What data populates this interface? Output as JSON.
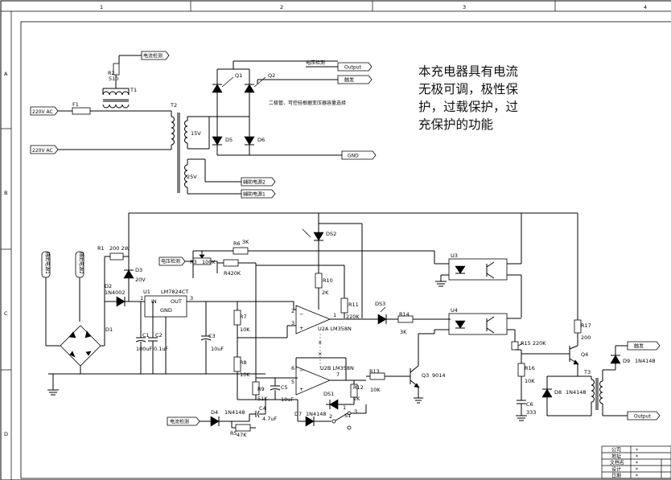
{
  "frame": {
    "cols": [
      "1",
      "2",
      "3",
      "4"
    ],
    "rows": [
      "A",
      "B",
      "C",
      "D"
    ]
  },
  "description_text": [
    "本充电器具有电流",
    "无极可调，极性保",
    "护，过载保护，过",
    "充保护的功能"
  ],
  "note": "二极管、可控硅根据变压器容量选择",
  "transformer_section": {
    "labels": {
      "src1": "220V AC",
      "src2": "220V AC",
      "r2": "R2",
      "r2_val": "510",
      "t1": "T1",
      "f1": "F1",
      "t2": "T2",
      "v15": "15V",
      "v25": "25V",
      "q1": "Q1",
      "q2": "Q2",
      "d5": "D5",
      "d6": "D6",
      "current_detect": "电流检测",
      "voltage_detect": "电压检测",
      "output": "Output",
      "trigger": "触发",
      "gnd": "GND",
      "aux2": "辅助电源2",
      "aux1": "辅助电源1"
    }
  },
  "control_section": {
    "labels": {
      "r1": "R1",
      "r1_val": "200 2W",
      "d3": "D3",
      "d3_val": "20V",
      "d2": "D2",
      "d2_val": "1N4002",
      "d1": "D1",
      "u1": "U1",
      "u1_part": "LM7824CT",
      "u1_in": "IN",
      "u1_out": "OUT",
      "u1_gnd": "GND",
      "pin1": "1",
      "pin3": "3",
      "c1": "C1",
      "c1_val": "100uF",
      "c2": "C2",
      "c2_val": "0.1uF",
      "c3": "C3",
      "c3_val": "10uF",
      "r7": "R7",
      "r7_val": "10K",
      "r8": "R8",
      "r8_val": "10K",
      "r9": "R9",
      "r9_val": "51K",
      "c5": "C5",
      "c5_val": "10uF",
      "r3": "R3",
      "r3_val": "100K",
      "r4_val": "R420K",
      "r6": "R6",
      "r6_val": "3K",
      "ds2": "DS2",
      "r10": "R10",
      "r10_val": "2K",
      "r11": "R11",
      "r11_val": "220K",
      "u2a": "U2A LM358N",
      "u2b": "U2B LM358N",
      "p2": "2",
      "p3": "3",
      "p1": "1",
      "p6": "6",
      "p5": "5",
      "p7": "7",
      "ds3": "DS3",
      "r14": "R14",
      "r14_val": "3K",
      "r13": "R13",
      "r13_val": "10K",
      "q3": "Q3",
      "q3_val": "9014",
      "ds1": "DS1",
      "r12": "R12",
      "r12_val": "2K",
      "d7": "D7",
      "d7_val": "1N4148",
      "s1": "S1",
      "s1_p1": "1",
      "s1_p2": "2",
      "s1_p3": "3",
      "d4": "D4",
      "d4_val": "1N4148",
      "c4": "C4",
      "c4_val": "4.7uF",
      "r5": "R5",
      "r5_val": "47K",
      "u3": "U3",
      "u4": "U4",
      "r15": "R15 220K",
      "r16": "R16",
      "r16_val": "10K",
      "c6": "C6",
      "c6_val": "333",
      "r17": "R17",
      "r17_val": "200",
      "q4": "Q4",
      "d8": "D8",
      "d8_val": "1N4148",
      "t3": "T3",
      "d9": "D9",
      "d9_val": "1N4148",
      "vdetect": "电压检测",
      "idetect": "电流检测",
      "trigger": "触发",
      "output": "Output",
      "aux_left1": "辅助电源1",
      "aux_left2": "辅助电源2"
    }
  },
  "title_block": {
    "rows": [
      "公司",
      "地址",
      "文档名",
      "设计",
      "日期"
    ],
    "marks": [
      "*",
      "*",
      "*",
      "*",
      "*"
    ]
  }
}
